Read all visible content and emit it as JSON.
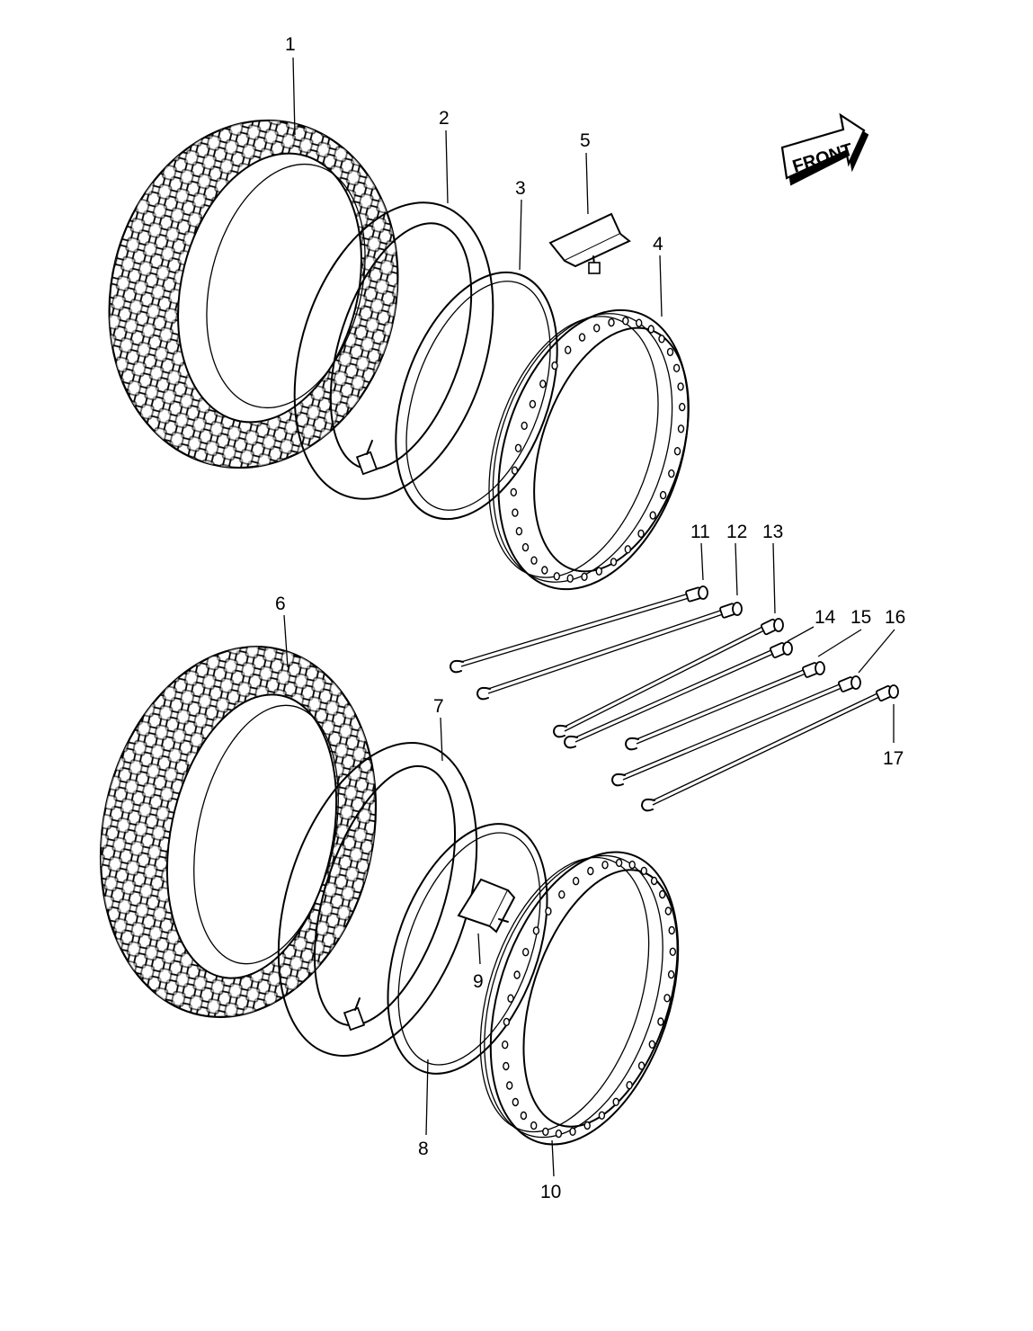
{
  "direction_badge": {
    "text": "FRONT"
  },
  "callouts": [
    {
      "id": "1",
      "part": "front-tire"
    },
    {
      "id": "2",
      "part": "front-inner-tube"
    },
    {
      "id": "3",
      "part": "front-rim-band"
    },
    {
      "id": "4",
      "part": "front-rim"
    },
    {
      "id": "5",
      "part": "front-rim-lock"
    },
    {
      "id": "6",
      "part": "rear-tire"
    },
    {
      "id": "7",
      "part": "rear-inner-tube"
    },
    {
      "id": "8",
      "part": "rear-rim-band"
    },
    {
      "id": "9",
      "part": "rear-rim-lock"
    },
    {
      "id": "10",
      "part": "rear-rim"
    },
    {
      "id": "11",
      "part": "spoke"
    },
    {
      "id": "12",
      "part": "spoke"
    },
    {
      "id": "13",
      "part": "spoke"
    },
    {
      "id": "14",
      "part": "spoke"
    },
    {
      "id": "15",
      "part": "spoke"
    },
    {
      "id": "16",
      "part": "spoke"
    },
    {
      "id": "17",
      "part": "spoke"
    }
  ]
}
